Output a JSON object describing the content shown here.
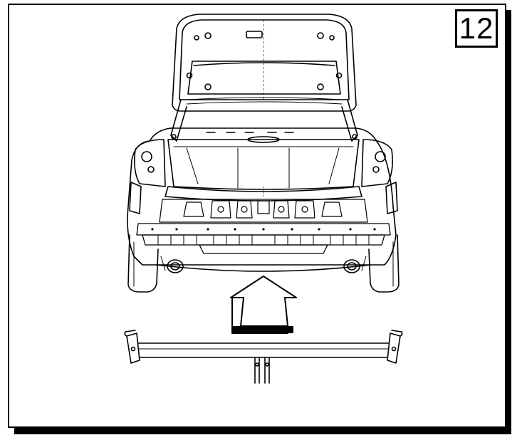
{
  "step": {
    "number": "12"
  },
  "colors": {
    "line": "#000000",
    "background": "#ffffff",
    "shadow": "#000000"
  },
  "illustration": {
    "subject": "car-rear-with-open-trunk",
    "direction": "arrow-up",
    "part": "tow-bar-crossbeam"
  }
}
